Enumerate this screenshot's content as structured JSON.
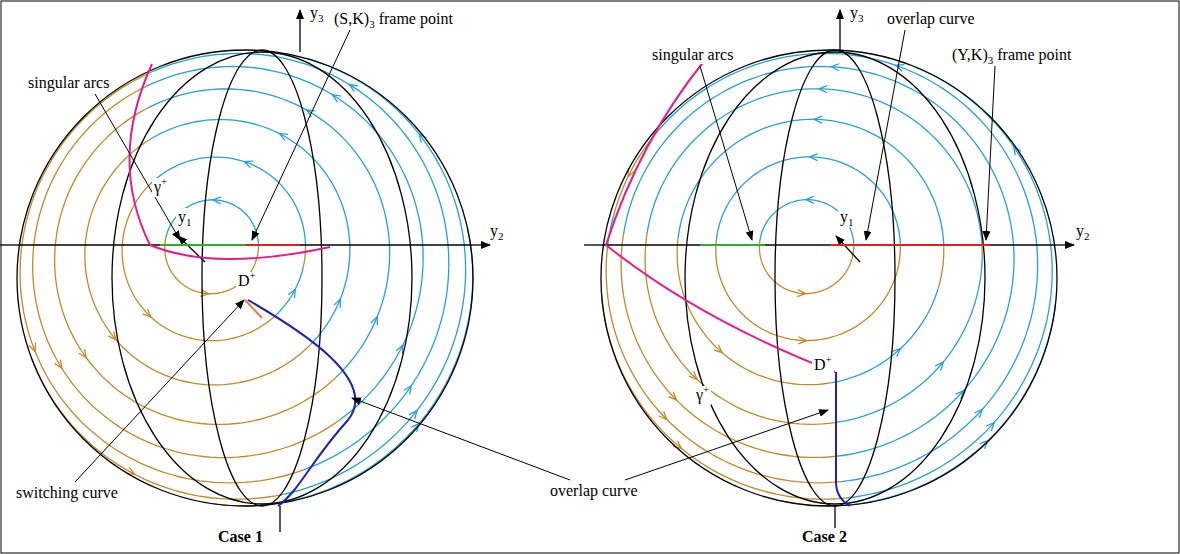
{
  "diagram": {
    "labels": [
      "(S,K)3 frame point",
      "y3",
      "singular arcs",
      "y1",
      "y2",
      "γ+",
      "D+",
      "switching curve",
      "overlap curve",
      "Case 1",
      "y3",
      "overlap curve",
      "singular arcs",
      "(Y,K)3 frame point",
      "y1",
      "y2",
      "γ+",
      "D+",
      "Case 2"
    ]
  }
}
